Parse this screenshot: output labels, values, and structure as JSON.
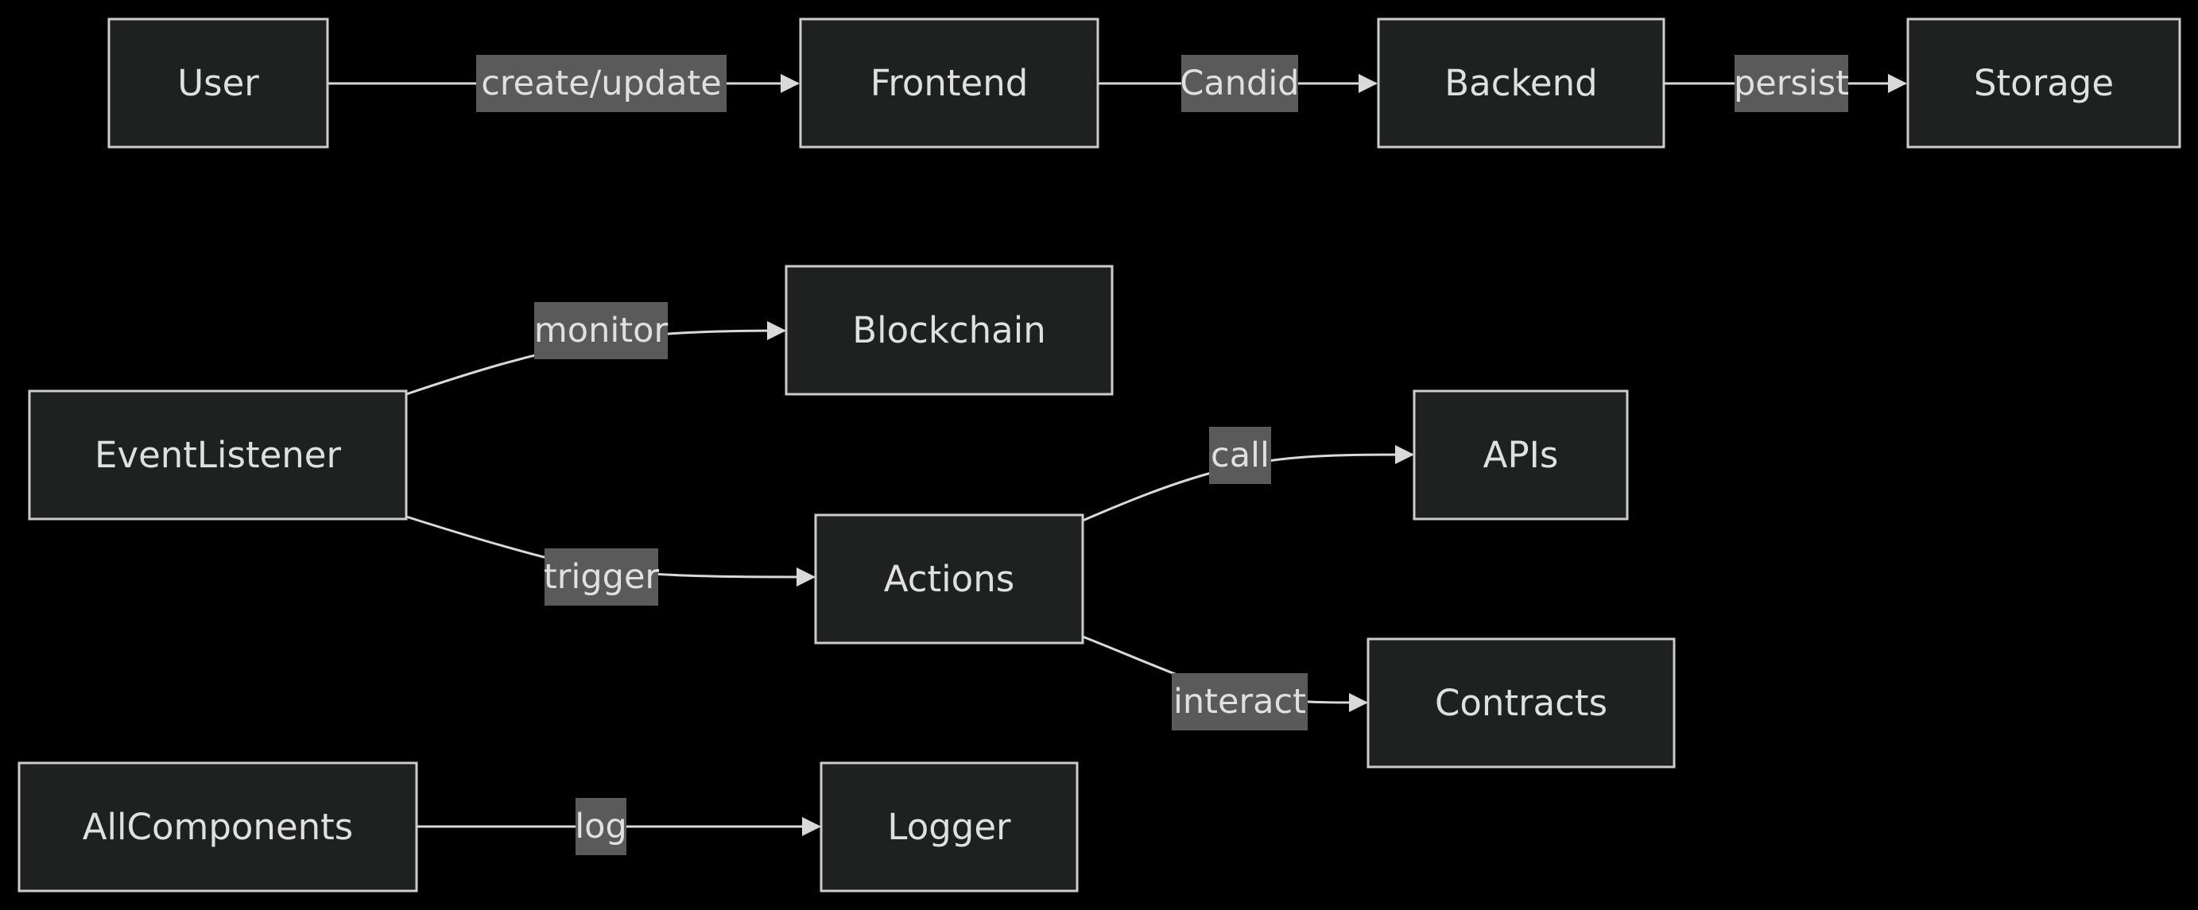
{
  "colors": {
    "background": "#000000",
    "node_fill": "#1f2020",
    "node_stroke": "#cccccc",
    "edge": "#d9d9d9",
    "label_bg": "#5a5a5a",
    "text": "#e0e0e0"
  },
  "nodes": {
    "user": "User",
    "frontend": "Frontend",
    "backend": "Backend",
    "storage": "Storage",
    "eventlistener": "EventListener",
    "blockchain": "Blockchain",
    "actions": "Actions",
    "apis": "APIs",
    "contracts": "Contracts",
    "allcomponents": "AllComponents",
    "logger": "Logger"
  },
  "edges": {
    "user_frontend": "create/update",
    "frontend_backend": "Candid",
    "backend_storage": "persist",
    "eventlistener_blockchain": "monitor",
    "eventlistener_actions": "trigger",
    "actions_apis": "call",
    "actions_contracts": "interact",
    "allcomponents_logger": "log"
  }
}
